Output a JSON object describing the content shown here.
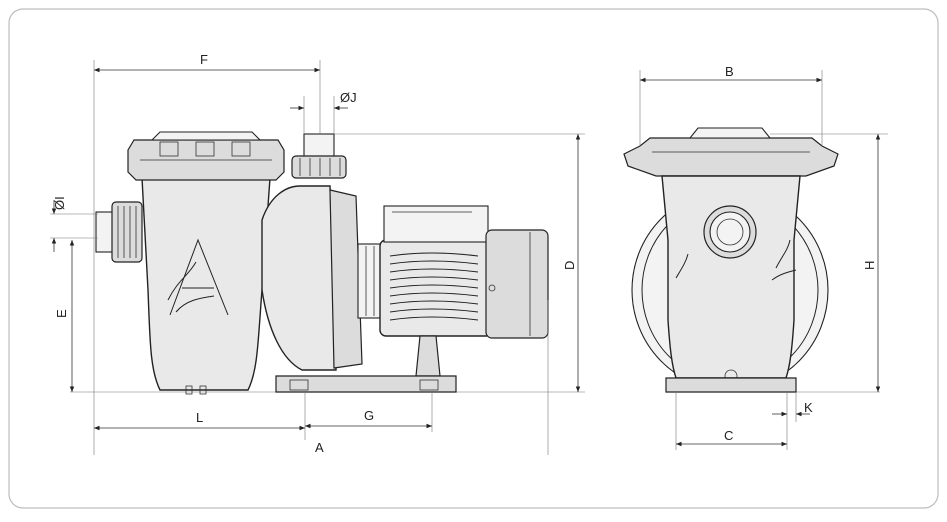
{
  "labels": {
    "F": "F",
    "J": "ØJ",
    "I": "ØI",
    "E": "E",
    "D": "D",
    "L": "L",
    "G": "G",
    "A": "A",
    "B": "B",
    "H": "H",
    "K": "K",
    "C": "C"
  },
  "colors": {
    "frame_border": "#bdbdbd",
    "line": "#222222",
    "fill": "#e9e9e9"
  }
}
